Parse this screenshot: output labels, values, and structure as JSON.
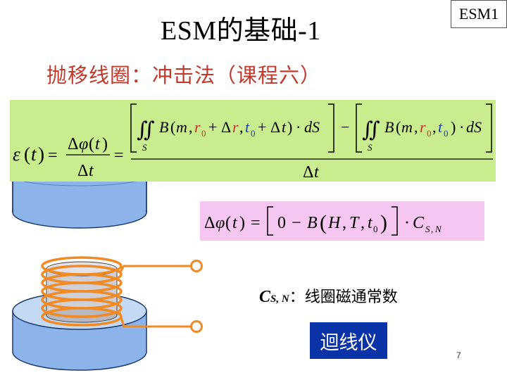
{
  "slide": {
    "title": "ESM的基础-1",
    "tag": "ESM1",
    "subtitle": "抛移线圈：冲击法（课程六）",
    "page_number": "7"
  },
  "equations": {
    "emf": "ε(t) = Δφ(t)/Δt = [∬_S B(m, r0 + Δr, t0 + Δt)·dS − ∬_S B(m, r0, t0)·dS] / Δt",
    "flux_change": "Δφ(t) = [0 − B(H, T, t0)]·C_{S,N}"
  },
  "coil_constant": {
    "symbol": "C",
    "subscript": "S, N",
    "description": "：线圈磁通常数"
  },
  "instrument": {
    "label": "迴线仪"
  },
  "colors": {
    "subtitle": "#c0392b",
    "equation_bg_1": "#c9ec8e",
    "equation_bg_2": "#f5c6f0",
    "instrument_bg": "#0b33a8",
    "coil": "#f08a24",
    "cylinder_blue": "#9fc3f0"
  }
}
